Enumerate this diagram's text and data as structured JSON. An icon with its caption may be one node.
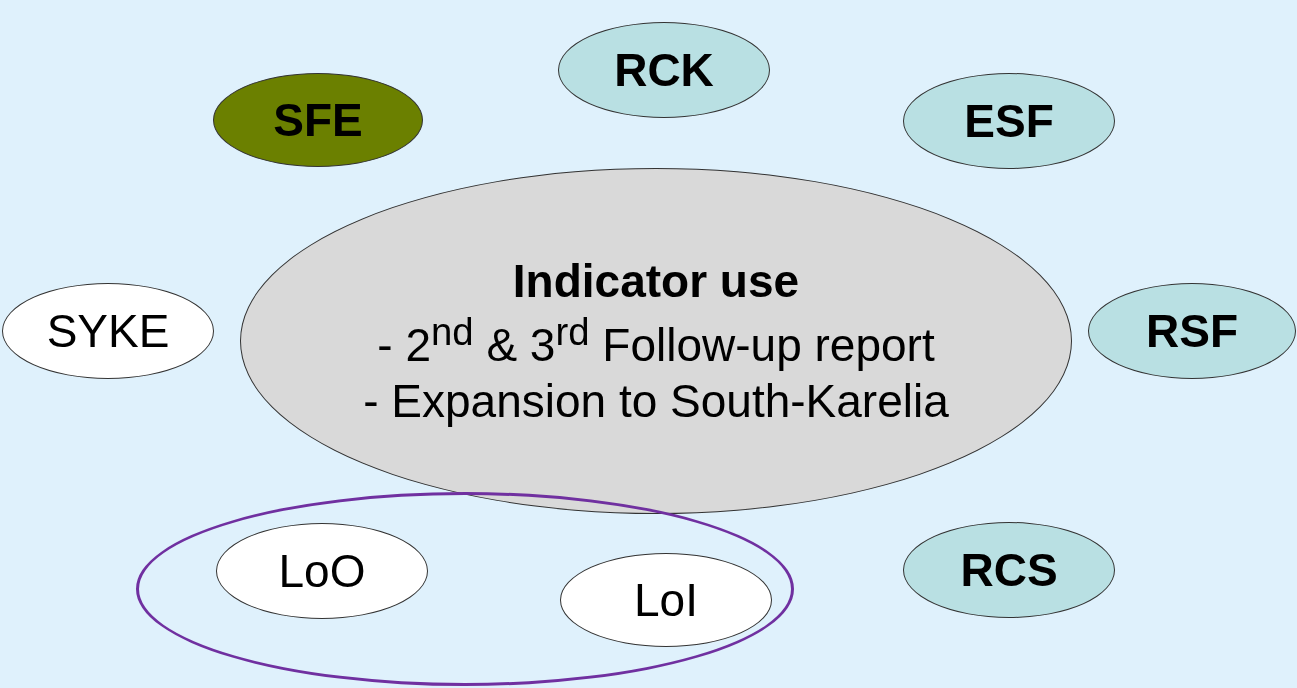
{
  "diagram": {
    "nodes": [
      {
        "text": [
          "RCK"
        ]
      },
      {
        "text": [
          "SFE"
        ]
      },
      {
        "text": [
          "ESF"
        ]
      },
      {
        "text": [
          "Indicator use",
          "- 2$^{nd}$ & 3$^{rd}$ Follow-up report",
          "- Expansion to South-Karelia"
        ]
      },
      {
        "text": [
          "SYKE"
        ]
      },
      {
        "text": [
          "RSF"
        ]
      },
      {
        "text": [],
        "shape": "ellipse"
      },
      {
        "text": [
          "LoO"
        ],
        "in": 6
      },
      {
        "text": [
          "LoI"
        ],
        "in": 6
      },
      {
        "text": [
          "RCS"
        ]
      }
    ],
    "edges": []
  }
}
